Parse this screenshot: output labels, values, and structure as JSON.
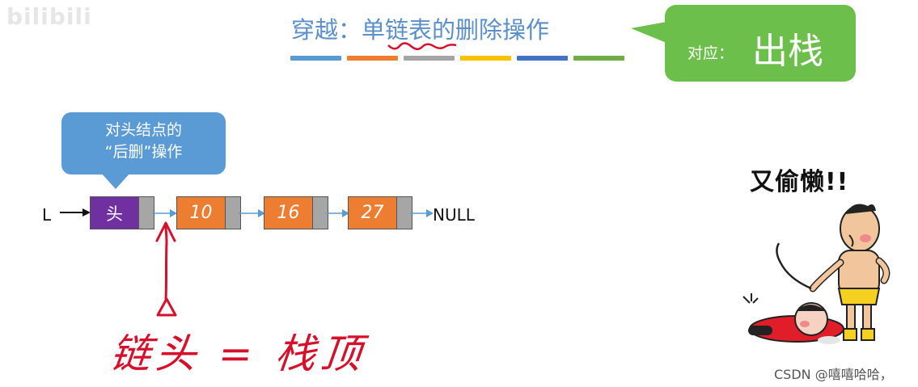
{
  "watermark": "bilibili",
  "title": {
    "prefix": "穿越：",
    "highlight": "单链表",
    "suffix": "的删除操作"
  },
  "color_bars": [
    "#5b9bd5",
    "#ed7d31",
    "#a5a5a5",
    "#ffc000",
    "#4472c4",
    "#70ad47"
  ],
  "callout_right": {
    "label": "对应：",
    "value": "出栈",
    "color": "#6dbf4b"
  },
  "callout_left": {
    "line1": "对头结点的",
    "line2": "“后删”操作",
    "color": "#5b9bd5"
  },
  "list": {
    "pointer_label": "L",
    "head_label": "头",
    "values": [
      "10",
      "16",
      "27"
    ],
    "end_label": "NULL"
  },
  "annotation": "链头 = 栈顶",
  "meme_caption": "又偷懒!!",
  "credit": "CSDN @嘻嘻哈哈，"
}
